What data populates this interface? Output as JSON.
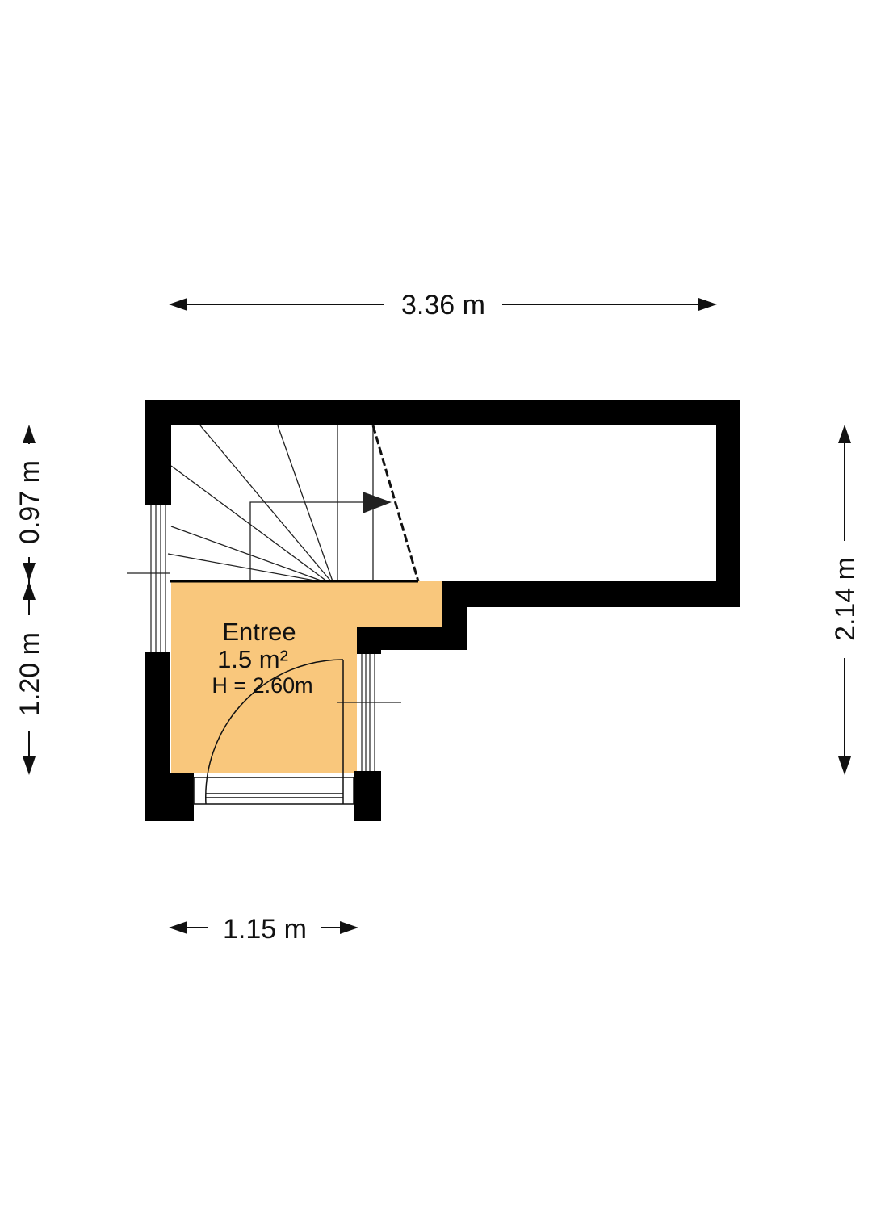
{
  "dimensions": {
    "top_width": "3.36 m",
    "bottom_width": "1.15 m",
    "left_upper": "0.97 m",
    "left_lower": "1.20 m",
    "right_height": "2.14 m"
  },
  "room": {
    "name": "Entree",
    "area": "1.5 m²",
    "height": "H = 2.60m"
  },
  "colors": {
    "room_fill": "#F9C77C",
    "wall": "#000000"
  }
}
